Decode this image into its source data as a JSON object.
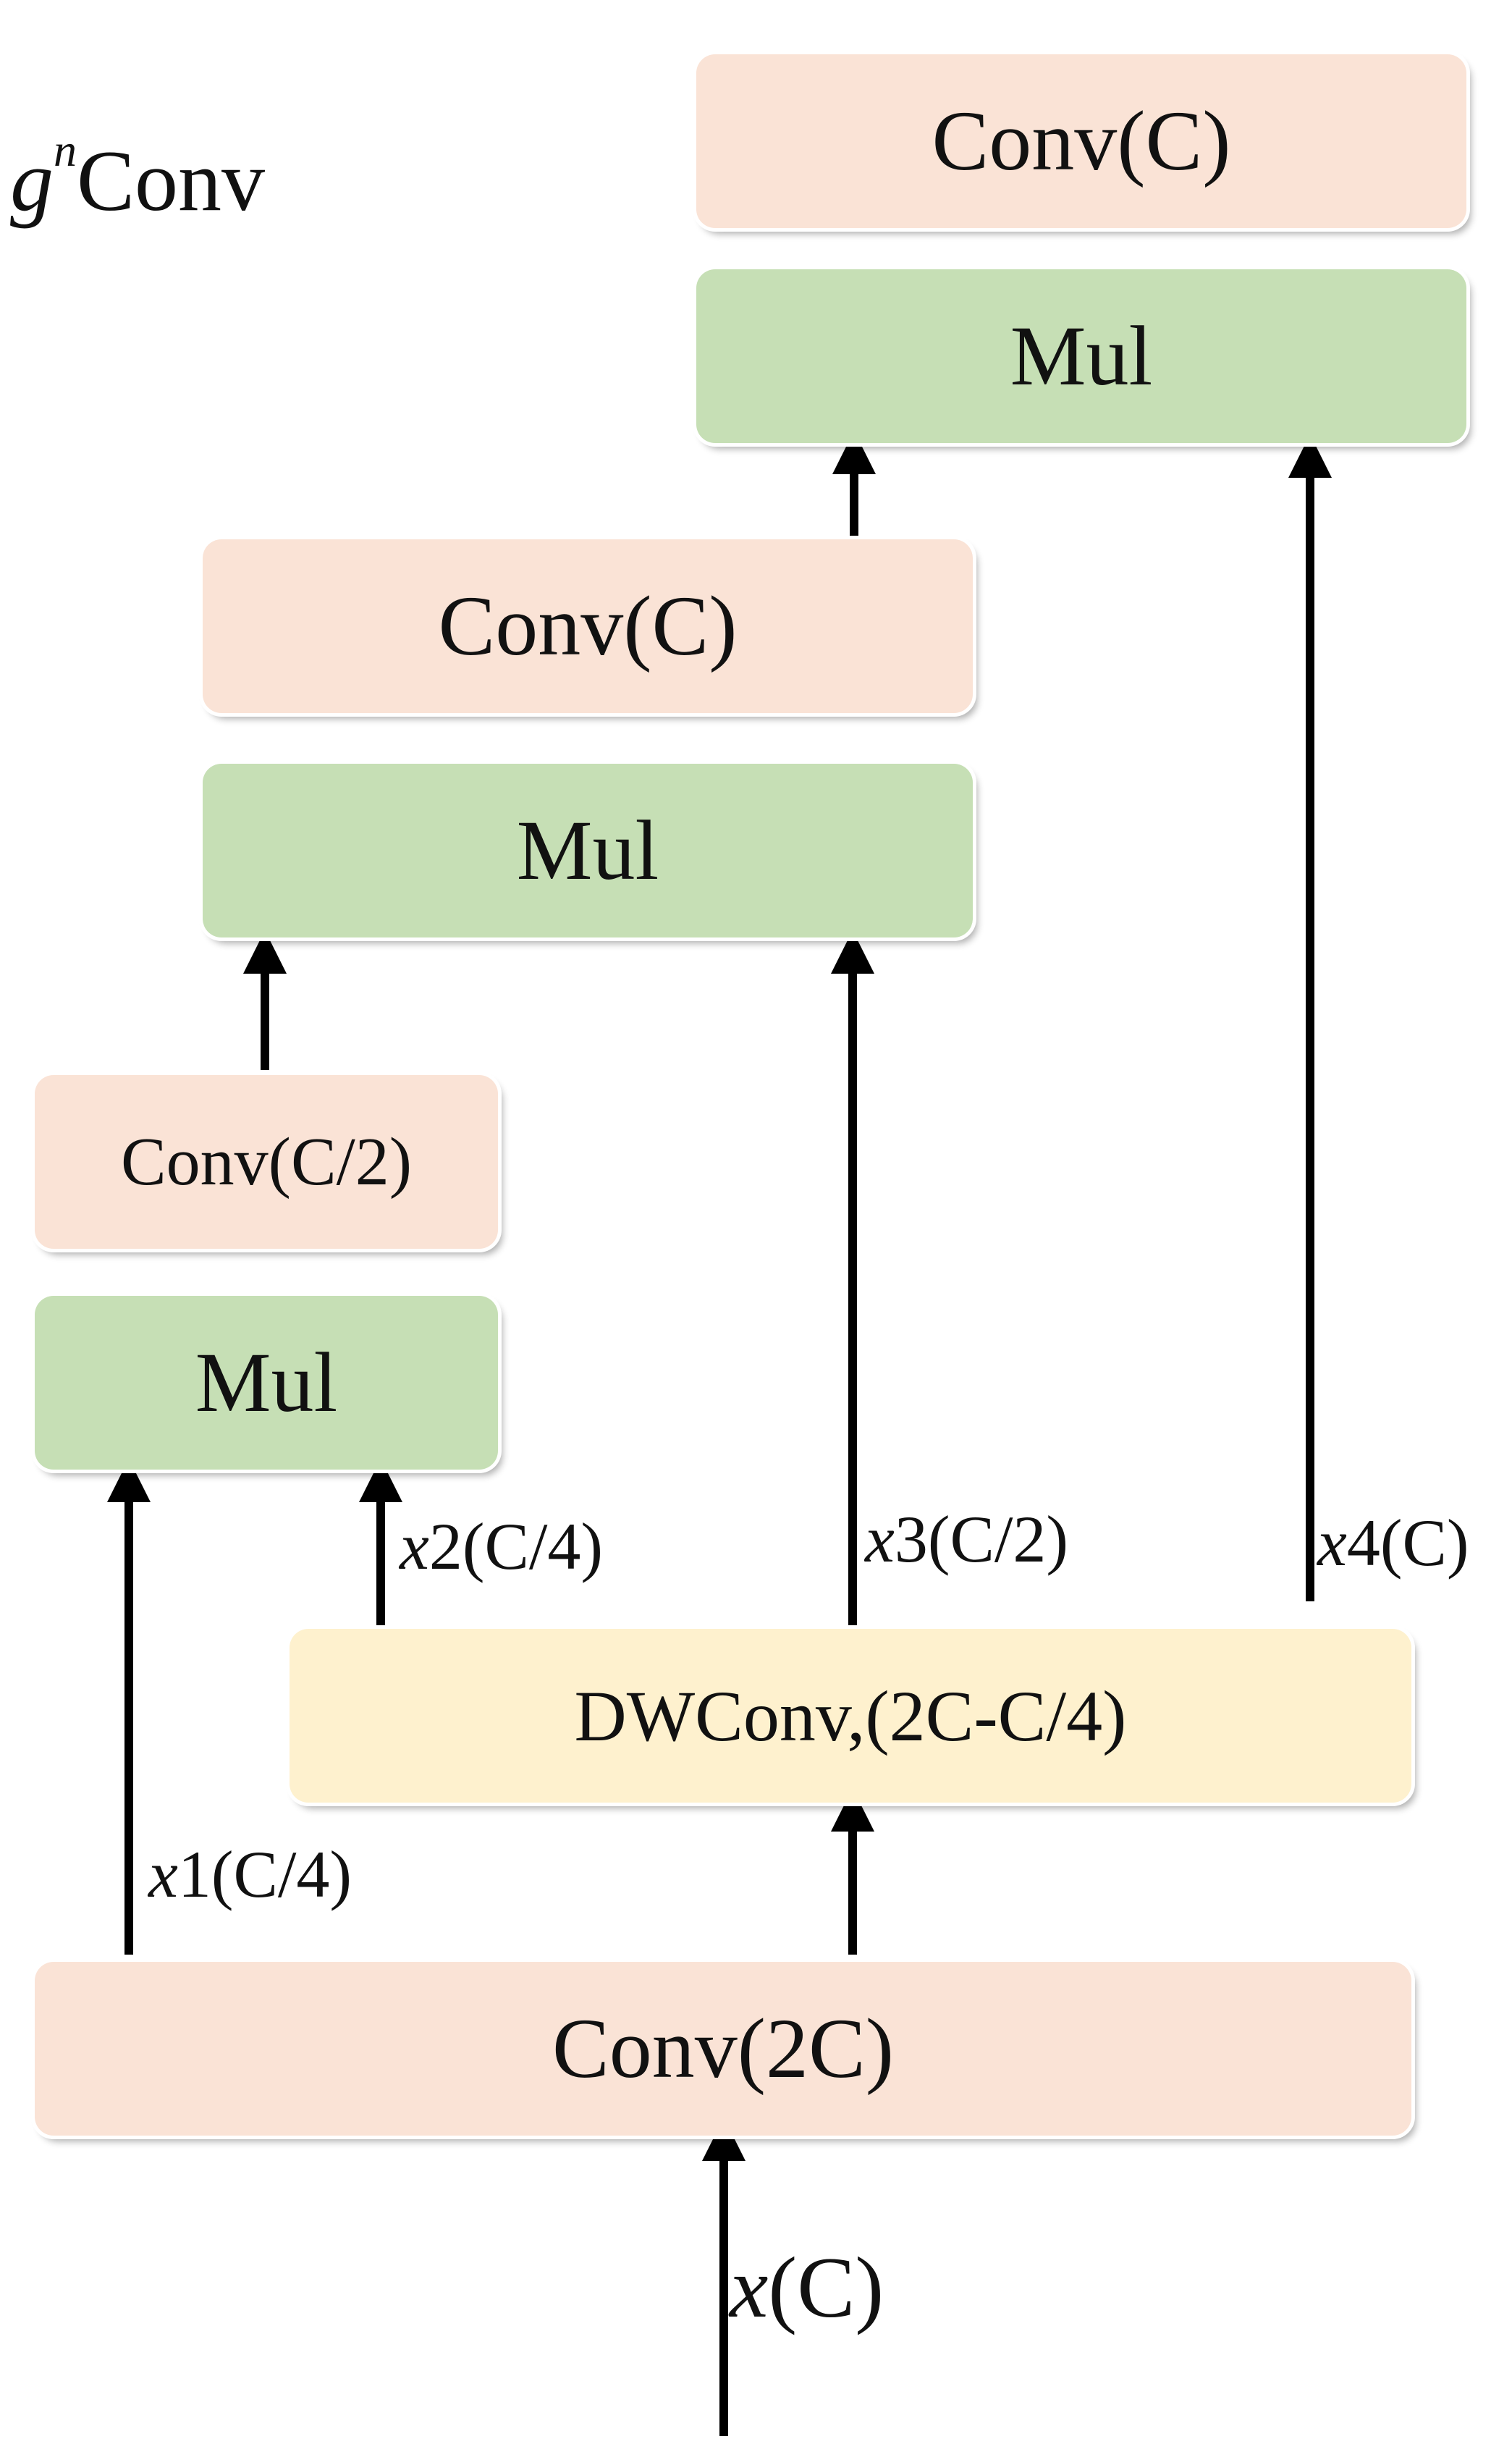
{
  "title": {
    "g": "g",
    "sup": "n",
    "rest": "Conv"
  },
  "blocks": {
    "top_conv": "Conv(C)",
    "top_mul": "Mul",
    "mid_conv": "Conv(C)",
    "mid_mul": "Mul",
    "low_conv": "Conv(C/2)",
    "low_mul": "Mul",
    "dwconv": "DWConv,(2C-C/4)",
    "base_conv": "Conv(2C)"
  },
  "labels": {
    "x1": {
      "var": "x",
      "rest": "1(C/4)"
    },
    "x2": {
      "var": "x",
      "rest": "2(C/4)"
    },
    "x3": {
      "var": "x",
      "rest": "3(C/2)"
    },
    "x4": {
      "var": "x",
      "rest": "4(C)"
    },
    "input": {
      "var": "x",
      "rest": "(C)"
    }
  },
  "colors": {
    "conv": "#fae3d6",
    "mul": "#c6dfb5",
    "dwconv": "#fef1ce",
    "arrow": "#000000"
  }
}
